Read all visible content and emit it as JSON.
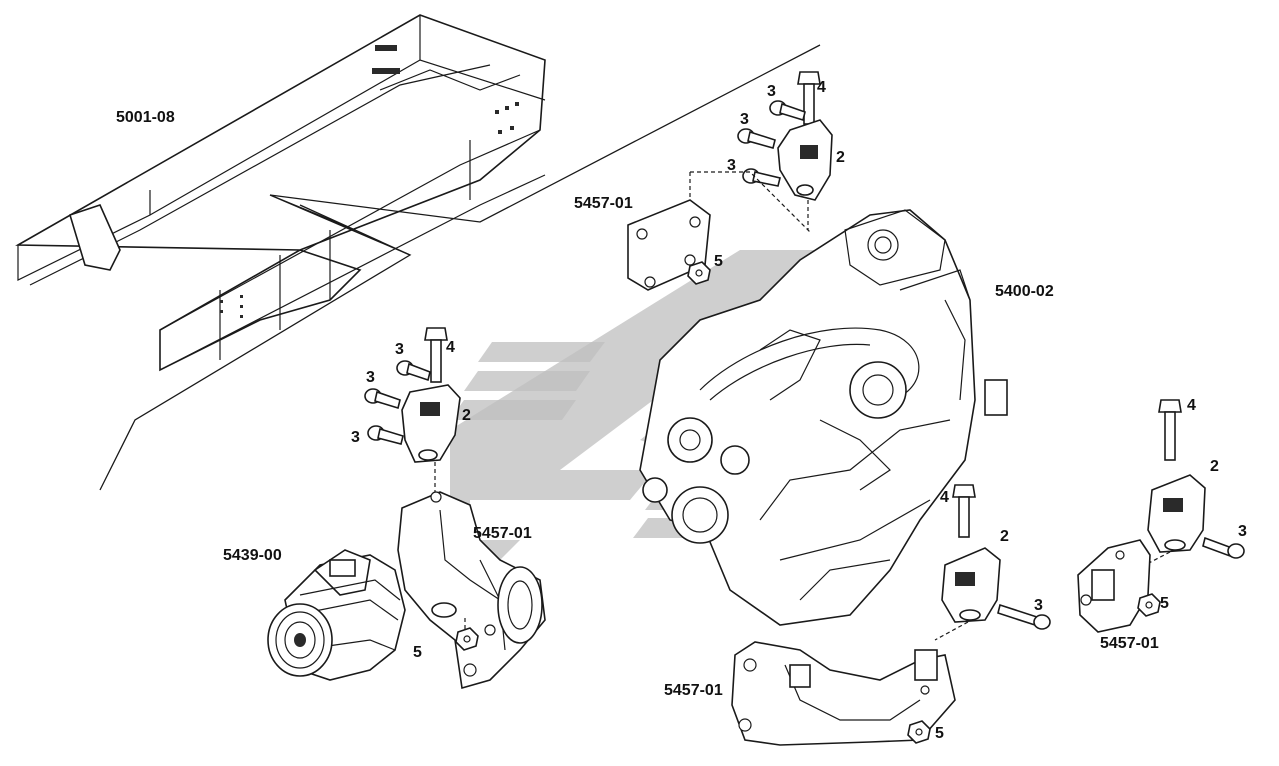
{
  "callouts": {
    "frame_rail": "5001-08",
    "engine": "5400-02",
    "compressor": "5439-00",
    "bracket_top": "5457-01",
    "bracket_left": "5457-01",
    "bracket_bottom": "5457-01",
    "bracket_right": "5457-01",
    "top_cushion": "2",
    "top_bolt_long": "4",
    "top_bolt_a": "3",
    "top_bolt_b": "3",
    "top_bolt_c": "3",
    "top_nut": "5",
    "left_cushion": "2",
    "left_bolt_long": "4",
    "left_bolt_a": "3",
    "left_bolt_b": "3",
    "left_bolt_c": "3",
    "left_nut": "5",
    "mid_cushion": "2",
    "mid_bolt_long": "4",
    "mid_bolt": "3",
    "mid_nut": "5",
    "right_cushion": "2",
    "right_bolt_long": "4",
    "right_bolt": "3",
    "right_nut": "5"
  },
  "colors": {
    "ink": "#1a1a1a",
    "watermark": "#bfbfbf",
    "background": "#ffffff"
  }
}
